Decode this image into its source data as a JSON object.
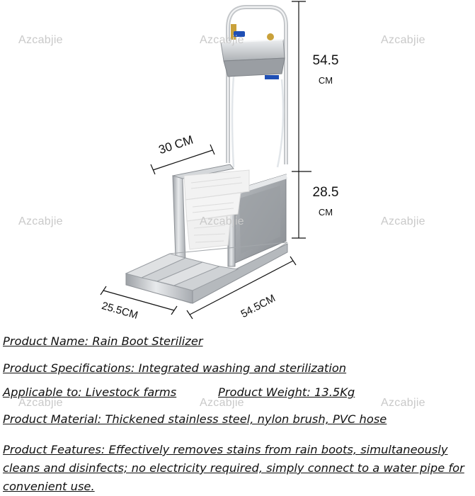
{
  "watermark": "Azcabjie",
  "dimensions": {
    "height_upper": {
      "value": "54.5",
      "unit": "CM"
    },
    "height_lower": {
      "value": "28.5",
      "unit": "CM"
    },
    "depth": "30 CM",
    "width": "25.5CM",
    "length": "54.5CM"
  },
  "info": {
    "name": "Product Name: Rain Boot Sterilizer",
    "specs": "Product Specifications: Integrated washing and sterilization",
    "applicable": "Applicable to: Livestock farms",
    "weight": "Product Weight: 13.5Kg",
    "material": "Product Material: Thickened stainless steel, nylon brush, PVC hose",
    "features": "Product Features: Effectively removes stains from rain boots, simultaneously cleans and disinfects; no electricity required, simply connect to a water pipe for convenient use."
  },
  "colors": {
    "steel_light": "#e4e6e8",
    "steel_mid": "#b9bdc1",
    "steel_dark": "#8d9196",
    "brush": "#f2f2f2",
    "valve_blue": "#1f4fb5",
    "valve_brass": "#c9a13a"
  }
}
